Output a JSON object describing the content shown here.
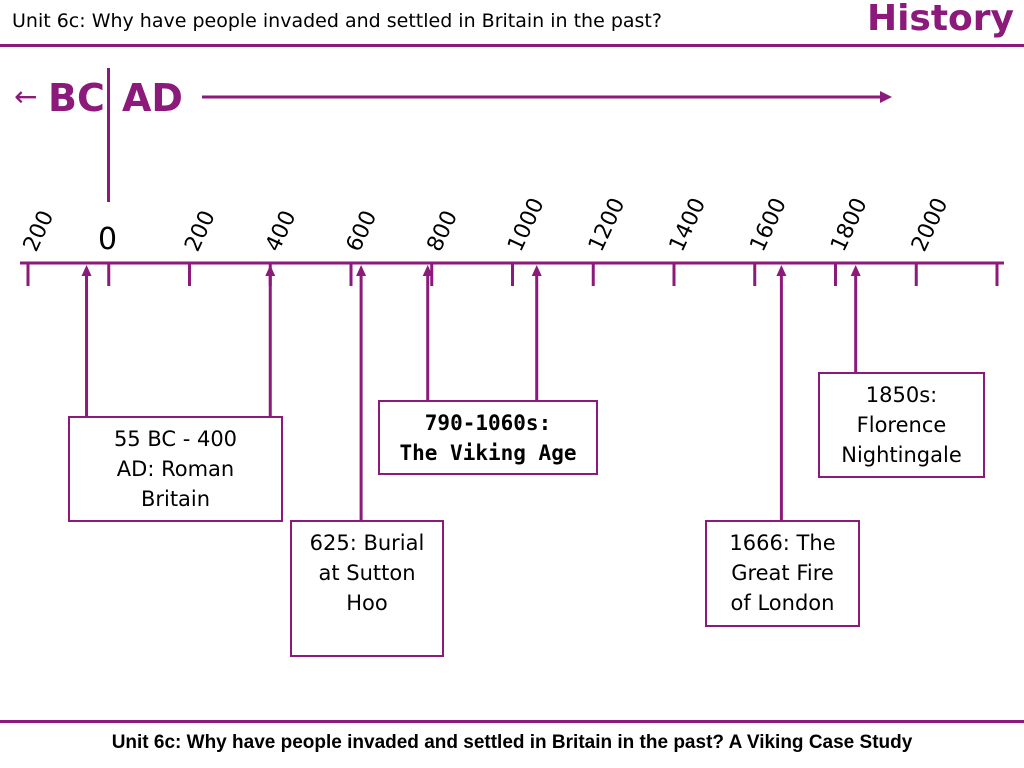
{
  "header": {
    "title": "Unit 6c: Why have people invaded and settled in Britain in the past?",
    "subject": "History"
  },
  "footer": {
    "title": "Unit 6c: Why have people invaded and settled in Britain in the past? A Viking Case Study"
  },
  "era": {
    "bc": "BC",
    "ad": "AD",
    "left_arrow": "←"
  },
  "timeline": {
    "zero_label": "0",
    "range": [
      -200,
      2200
    ],
    "ticks": [
      {
        "year": -200,
        "label": "200"
      },
      {
        "year": 0,
        "label": ""
      },
      {
        "year": 200,
        "label": "200"
      },
      {
        "year": 400,
        "label": "400"
      },
      {
        "year": 600,
        "label": "600"
      },
      {
        "year": 800,
        "label": "800"
      },
      {
        "year": 1000,
        "label": "1000"
      },
      {
        "year": 1200,
        "label": "1200"
      },
      {
        "year": 1400,
        "label": "1400"
      },
      {
        "year": 1600,
        "label": "1600"
      },
      {
        "year": 1800,
        "label": "1800"
      },
      {
        "year": 2000,
        "label": "2000"
      },
      {
        "year": 2200,
        "label": ""
      }
    ],
    "events": [
      {
        "id": "roman",
        "lines": [
          "55 BC - 400",
          "AD: Roman",
          "Britain"
        ],
        "years": [
          -55,
          400
        ],
        "bold": false
      },
      {
        "id": "sutton",
        "lines": [
          "625: Burial",
          "at Sutton",
          "Hoo"
        ],
        "years": [
          625
        ],
        "bold": false
      },
      {
        "id": "viking",
        "lines": [
          "790-1060s:",
          "The Viking Age"
        ],
        "years": [
          790,
          1060
        ],
        "bold": true
      },
      {
        "id": "fire",
        "lines": [
          "1666: The",
          "Great Fire",
          "of London"
        ],
        "years": [
          1666
        ],
        "bold": false
      },
      {
        "id": "nightingale",
        "lines": [
          "1850s:",
          "Florence",
          "Nightingale"
        ],
        "years": [
          1850
        ],
        "bold": false
      }
    ]
  },
  "colors": {
    "accent": "#8b1a7a",
    "text": "#000000"
  }
}
